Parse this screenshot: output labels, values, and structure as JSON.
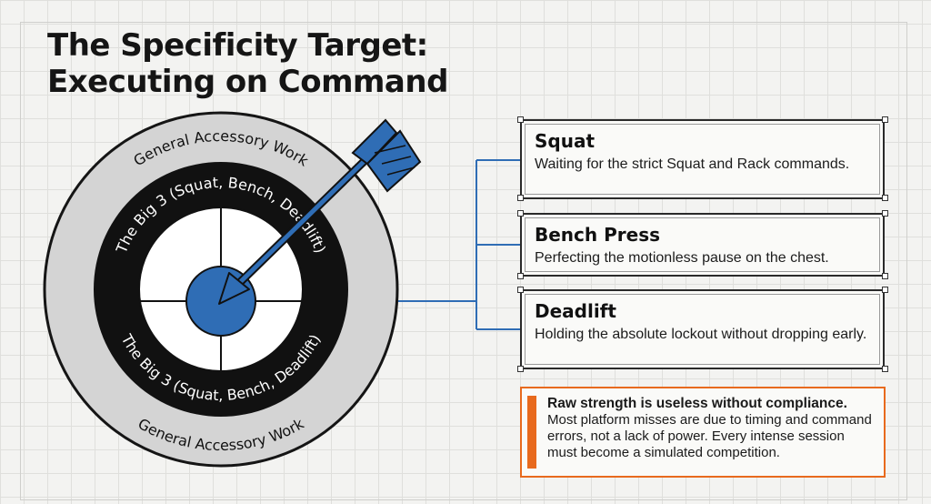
{
  "title": {
    "line1": "The Specificity Target:",
    "line2": "Executing on Command"
  },
  "target": {
    "outer_ring_label_top": "General Accessory Work",
    "outer_ring_label_bottom": "General Accessory Work",
    "inner_ring_label_top": "The Big 3 (Squat, Bench, Deadlift)",
    "inner_ring_label_bottom": "The Big 3 (Squat, Bench, Deadlift)"
  },
  "cards": [
    {
      "title": "Squat",
      "body": "Waiting for the strict Squat and Rack commands."
    },
    {
      "title": "Bench Press",
      "body": "Perfecting the motionless pause on the chest."
    },
    {
      "title": "Deadlift",
      "body": "Holding the absolute lockout without dropping early."
    }
  ],
  "callout": {
    "headline": "Raw strength is useless without compliance.",
    "body": "Most platform misses are due to timing and command errors, not a lack of power. Every intense session must become a simulated competition."
  },
  "colors": {
    "accent_blue": "#2f6db5",
    "callout_orange": "#e86a1e",
    "ring_black": "#111111",
    "ring_gray": "#d4d4d4"
  }
}
